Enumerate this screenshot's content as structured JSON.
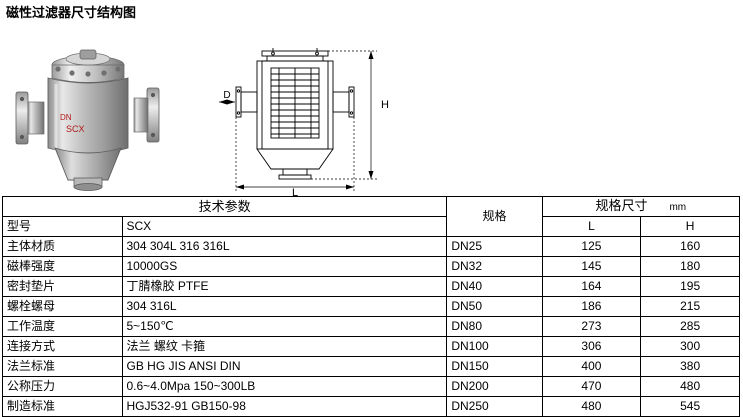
{
  "title": "磁性过滤器尺寸结构图",
  "figures": {
    "photo_alt": "磁性过滤器实物照片",
    "photo_labels": {
      "dn_label": "DN",
      "body_mark": "SCX"
    },
    "drawing_labels": {
      "d": "D",
      "h": "H",
      "l": "L"
    }
  },
  "table": {
    "headers": {
      "params": "技术参数",
      "size": "规格尺寸",
      "size_unit": "mm",
      "spec": "规格",
      "l": "L",
      "h": "H"
    },
    "params": [
      {
        "label": "型号",
        "value": "SCX"
      },
      {
        "label": "主体材质",
        "value": "304  304L  316  316L"
      },
      {
        "label": "磁棒强度",
        "value": "10000GS"
      },
      {
        "label": "密封垫片",
        "value": "丁腈橡胶 PTFE"
      },
      {
        "label": "螺栓螺母",
        "value": "304   316L"
      },
      {
        "label": "工作温度",
        "value": "5~150℃"
      },
      {
        "label": "连接方式",
        "value": "法兰  螺纹  卡箍"
      },
      {
        "label": "法兰标准",
        "value": "GB HG JIS ANSI DIN"
      },
      {
        "label": "公称压力",
        "value": "0.6~4.0Mpa 150~300LB"
      },
      {
        "label": "制造标准",
        "value": "HGJ532-91 GB150-98"
      }
    ],
    "sizes": [
      {
        "spec": "DN25",
        "l": "125",
        "h": "160"
      },
      {
        "spec": "DN32",
        "l": "145",
        "h": "180"
      },
      {
        "spec": "DN40",
        "l": "164",
        "h": "195"
      },
      {
        "spec": "DN50",
        "l": "186",
        "h": "215"
      },
      {
        "spec": "DN80",
        "l": "273",
        "h": "285"
      },
      {
        "spec": "DN100",
        "l": "306",
        "h": "300"
      },
      {
        "spec": "DN150",
        "l": "400",
        "h": "380"
      },
      {
        "spec": "DN200",
        "l": "470",
        "h": "480"
      },
      {
        "spec": "DN250",
        "l": "480",
        "h": "545"
      }
    ]
  }
}
